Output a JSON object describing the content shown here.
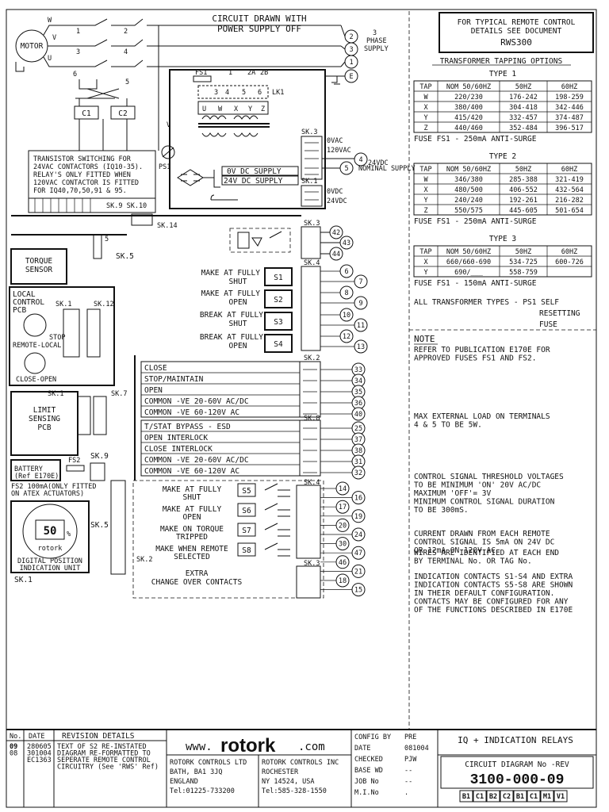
{
  "header": {
    "title_line1": "CIRCUIT DRAWN WITH",
    "title_line2": "POWER SUPPLY OFF",
    "ref_box_line1": "FOR TYPICAL REMOTE CONTROL",
    "ref_box_line2": "DETAILS SEE DOCUMENT",
    "ref_box_line3": "RWS300"
  },
  "supply": {
    "motor_label": "MOTOR",
    "phase_label_1": "3",
    "phase_label_2": "PHASE",
    "phase_label_3": "SUPPLY",
    "terminals": [
      "2",
      "3",
      "1",
      "E"
    ],
    "phase_letters": [
      "W",
      "V",
      "U"
    ],
    "contactor_labels": [
      "C1",
      "C2"
    ],
    "contact_numbers": [
      "1",
      "2",
      "3",
      "4",
      "5",
      "6"
    ],
    "v_label": "V"
  },
  "transformer": {
    "fs1": "FS1",
    "taps_top": [
      "1",
      "2A",
      "2B"
    ],
    "taps_mid": [
      "3",
      "4",
      "5",
      "6"
    ],
    "lk1": "LK1",
    "taps_letters": [
      "U",
      "W",
      "X",
      "Y",
      "Z"
    ],
    "ps1": "PS1",
    "sk3_label": "SK.3",
    "sk1_label": "SK.1",
    "out_0vac": "0VAC",
    "out_120vac": "120VAC",
    "out_0vdc": "0VDC",
    "out_24vdc": "24VDC",
    "dc_supply_0v": "0V DC SUPPLY",
    "dc_supply_24v": "24V DC SUPPLY",
    "nominal_supply_1": "24VDC",
    "nominal_supply_2": "NOMINAL SUPPLY",
    "terminal_4": "4",
    "terminal_5": "5"
  },
  "transistor_note": {
    "line1": "TRANSISTOR SWITCHING FOR",
    "line2": "24VAC CONTACTORS (IQ10-35).",
    "line3": "RELAY'S ONLY FITTED WHEN",
    "line4": "120VAC CONTACTOR IS FITTED",
    "line5": "FOR IQ40,70,50,91 & 95."
  },
  "blocks": {
    "sk9_10": "SK.9 SK.10",
    "sk14": "SK.14",
    "sk5": "SK.5",
    "sk12": "SK.12",
    "sk1": "SK.1",
    "sk7": "SK.7",
    "sk9": "SK.9",
    "fs2": "FS2",
    "torque_1": "TORQUE",
    "torque_2": "SENSOR",
    "local_1": "LOCAL",
    "local_2": "CONTROL",
    "local_3": "PCB",
    "stop_label": "STOP",
    "remote_local": "REMOTE-LOCAL",
    "close_open": "CLOSE-OPEN",
    "limit_1": "LIMIT",
    "limit_2": "SENSING",
    "limit_3": "PCB",
    "battery": "BATTERY",
    "battery_ref": "(Ref E170E)",
    "fs2_note_1": "FS2 100mA(ONLY FITTED",
    "fs2_note_2": "ON ATEX ACTUATORS)",
    "display_value": "50",
    "display_unit": "%",
    "display_brand": "rotork",
    "digital_1": "DIGITAL POSITION",
    "digital_2": "INDICATION UNIT",
    "sk1_bottom": "SK.1",
    "sk5_bottom": "SK.5",
    "sk2_bottom": "SK.2"
  },
  "indication": {
    "sk3b": "SK.3",
    "sk4": "SK.4",
    "relays": [
      {
        "l1": "MAKE AT FULLY",
        "l2": "SHUT",
        "id": "S1",
        "t1": "6",
        "t2": "7"
      },
      {
        "l1": "MAKE AT FULLY",
        "l2": "OPEN",
        "id": "S2",
        "t1": "8",
        "t2": "9"
      },
      {
        "l1": "BREAK AT FULLY",
        "l2": "SHUT",
        "id": "S3",
        "t1": "10",
        "t2": "11"
      },
      {
        "l1": "BREAK AT FULLY",
        "l2": "OPEN",
        "id": "S4",
        "t1": "12",
        "t2": "13"
      }
    ],
    "mon_terminals": [
      "42",
      "43",
      "44"
    ]
  },
  "remote_control": {
    "sk2": "SK.2",
    "sk8": "SK.8",
    "group1": [
      {
        "label": "CLOSE",
        "term": "33"
      },
      {
        "label": "STOP/MAINTAIN",
        "term": "34"
      },
      {
        "label": "OPEN",
        "term": "35"
      },
      {
        "label": "COMMON -VE 20-60V AC/DC",
        "term": "36"
      },
      {
        "label": "COMMON -VE 60-120V AC",
        "term": "40"
      }
    ],
    "group2": [
      {
        "label": "T/STAT BYPASS - ESD",
        "term": "25"
      },
      {
        "label": "OPEN INTERLOCK",
        "term": "37"
      },
      {
        "label": "CLOSE INTERLOCK",
        "term": "38"
      },
      {
        "label": "COMMON -VE 20-60V AC/DC",
        "term": "31"
      },
      {
        "label": "COMMON -VE 60-120V AC",
        "term": "32"
      }
    ]
  },
  "extra_contacts": {
    "sk4": "SK.4",
    "sk3": "SK.3",
    "contacts": [
      {
        "l1": "MAKE AT FULLY",
        "l2": "SHUT",
        "id": "S5"
      },
      {
        "l1": "MAKE AT FULLY",
        "l2": "OPEN",
        "id": "S6"
      },
      {
        "l1": "MAKE ON TORQUE",
        "l2": "TRIPPED",
        "id": "S7"
      },
      {
        "l1": "MAKE WHEN REMOTE",
        "l2": "SELECTED",
        "id": "S8"
      }
    ],
    "terminals": [
      "14",
      "16",
      "17",
      "19",
      "20",
      "24",
      "30",
      "47",
      "46",
      "21",
      "18",
      "15"
    ],
    "extra_1": "EXTRA",
    "extra_2": "CHANGE OVER CONTACTS"
  },
  "tapping": {
    "heading": "TRANSFORMER TAPPING OPTIONS",
    "types": [
      {
        "name": "TYPE 1",
        "header": [
          "TAP",
          "NOM 50/60HZ",
          "50HZ",
          "60HZ"
        ],
        "rows": [
          [
            "W",
            "220/230",
            "176-242",
            "198-259"
          ],
          [
            "X",
            "380/400",
            "304-418",
            "342-446"
          ],
          [
            "Y",
            "415/420",
            "332-457",
            "374-487"
          ],
          [
            "Z",
            "440/460",
            "352-484",
            "396-517"
          ]
        ],
        "fuse": "FUSE FS1 - 250mA ANTI-SURGE"
      },
      {
        "name": "TYPE 2",
        "header": [
          "TAP",
          "NOM 50/60HZ",
          "50HZ",
          "60HZ"
        ],
        "rows": [
          [
            "W",
            "346/380",
            "285-388",
            "321-419"
          ],
          [
            "X",
            "480/500",
            "406-552",
            "432-564"
          ],
          [
            "Y",
            "240/240",
            "192-261",
            "216-282"
          ],
          [
            "Z",
            "550/575",
            "445-605",
            "501-654"
          ]
        ],
        "fuse": "FUSE FS1 - 250mA ANTI-SURGE"
      },
      {
        "name": "TYPE 3",
        "header": [
          "TAP",
          "NOM 50/60HZ",
          "50HZ",
          "60HZ"
        ],
        "rows": [
          [
            "X",
            "660/660-690",
            "534-725",
            "600-726"
          ],
          [
            "Y",
            "690/___",
            "558-759",
            ""
          ]
        ],
        "fuse": "FUSE FS1 - 150mA ANTI-SURGE"
      }
    ],
    "ps1_note_1": "ALL TRANSFORMER TYPES - PS1 SELF",
    "ps1_note_2": "RESETTING",
    "ps1_note_3": "FUSE"
  },
  "notes": {
    "heading": "NOTE",
    "p1": [
      "REFER TO PUBLICATION E170E FOR",
      "APPROVED FUSES FS1 AND FS2."
    ],
    "p2": [
      "MAX EXTERNAL LOAD ON TERMINALS",
      "4 & 5 TO BE 5W."
    ],
    "p3": [
      "CONTROL SIGNAL THRESHOLD VOLTAGES",
      "TO BE MINIMUM 'ON' 20V AC/DC",
      "MAXIMUM 'OFF'= 3V",
      "MINIMUM CONTROL SIGNAL DURATION",
      "TO BE 300mS."
    ],
    "p4": [
      "CURRENT DRAWN FROM EACH REMOTE",
      "CONTROL SIGNAL IS 5mA ON 24V DC",
      "OR 12mA ON 120V AC"
    ],
    "p5": [
      "WIRES ARE IDENTIFIED AT EACH END",
      "BY TERMINAL No. OR TAG No."
    ],
    "p6": [
      "INDICATION CONTACTS S1-S4 AND EXTRA",
      "INDICATION CONTACTS S5-S8 ARE SHOWN",
      "IN THEIR DEFAULT CONFIGURATION.",
      "CONTACTS MAY BE CONFIGURED FOR ANY",
      "OF THE FUNCTIONS DESCRIBED IN E170E"
    ]
  },
  "title_block": {
    "rev_headers": [
      "No.",
      "DATE",
      "REVISION DETAILS"
    ],
    "revisions": [
      {
        "no": "09",
        "date": "280605",
        "detail": "TEXT OF S2 RE-INSTATED"
      },
      {
        "no": "08",
        "date": "301004",
        "detail": "DIAGRAM RE-FORMATTED TO"
      },
      {
        "no": "",
        "date": "EC1363",
        "detail": "SEPERATE REMOTE CONTROL"
      },
      {
        "no": "",
        "date": "",
        "detail": "CIRCUITRY (See 'RWS' Ref)"
      }
    ],
    "brand_prefix": "www.",
    "brand_name": "rotork",
    "brand_suffix": ".com",
    "uk_addr": [
      "ROTORK CONTROLS LTD",
      "BATH, BA1 3JQ",
      "ENGLAND",
      "Tel:01225-733200"
    ],
    "us_addr": [
      "ROTORK CONTROLS INC",
      "ROCHESTER",
      "NY 14524, USA",
      "Tel:585-328-1550"
    ],
    "meta": [
      {
        "k": "CONFIG BY",
        "v": "PRE"
      },
      {
        "k": "DATE",
        "v": "081004"
      },
      {
        "k": "CHECKED",
        "v": "PJW"
      },
      {
        "k": "BASE WD",
        "v": "--"
      },
      {
        "k": "JOB No",
        "v": "--"
      },
      {
        "k": "M.I.No",
        "v": "."
      }
    ],
    "product": "IQ + INDICATION RELAYS",
    "diagram_label": "CIRCUIT DIAGRAM No -REV",
    "diagram_number": "3100-000-09",
    "codes": [
      "B1",
      "C1",
      "B2",
      "C2",
      "B1",
      "C1",
      "M1",
      "V1"
    ]
  }
}
